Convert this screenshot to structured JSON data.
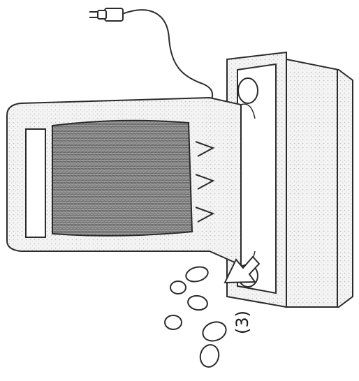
{
  "illustration": {
    "step_label": "(3)",
    "icons": [
      "power-plug-icon",
      "heater-box",
      "filter-grille",
      "tray",
      "direction-arrow",
      "ice-cubes"
    ],
    "colors": {
      "line": "#2b2b2b",
      "stipple": "#d8d8d8",
      "paper": "#ffffff"
    }
  }
}
